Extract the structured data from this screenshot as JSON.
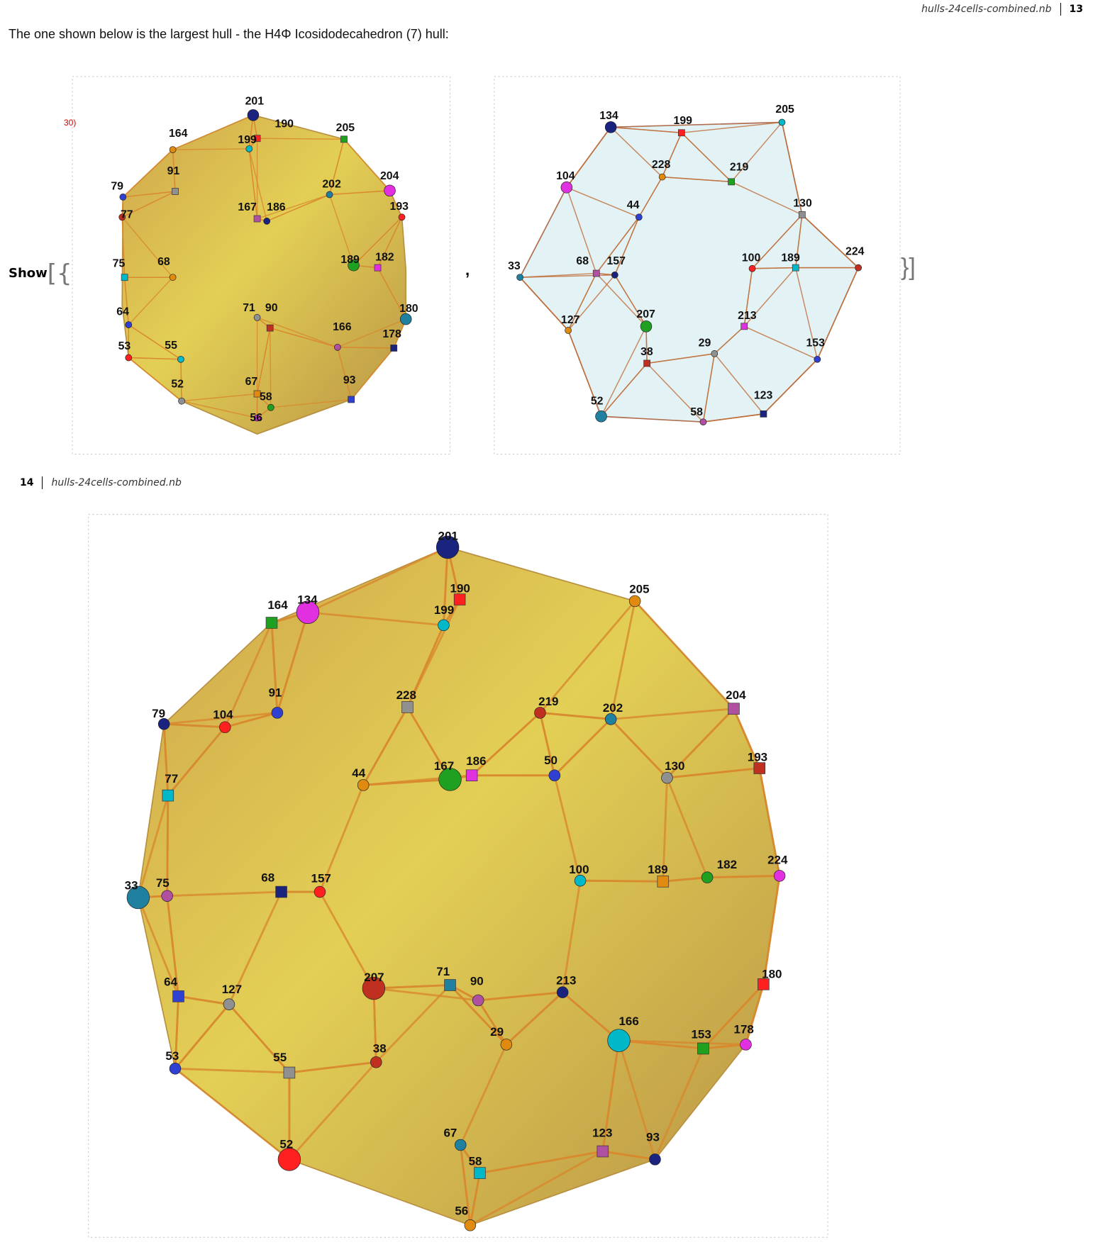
{
  "header": {
    "filename": "hulls-24cells-combined.nb",
    "page": "13"
  },
  "intro": "The one shown below is the largest hull - the H4Φ Icosidodecahedron (7) hull:",
  "show": {
    "label": "Show",
    "open": "[{",
    "comma": ",",
    "close": "}]",
    "annotation": "30)"
  },
  "footer": {
    "page": "14",
    "filename": "hulls-24cells-combined.nb"
  },
  "plots": {
    "top_left": {
      "vertices": [
        "201",
        "190",
        "199",
        "164",
        "205",
        "204",
        "79",
        "91",
        "77",
        "202",
        "167",
        "186",
        "193",
        "75",
        "68",
        "189",
        "182",
        "64",
        "71",
        "90",
        "180",
        "166",
        "178",
        "53",
        "55",
        "67",
        "58",
        "56",
        "93",
        "52"
      ]
    },
    "top_right": {
      "vertices": [
        "134",
        "199",
        "205",
        "228",
        "219",
        "104",
        "44",
        "130",
        "224",
        "33",
        "68",
        "157",
        "100",
        "189",
        "127",
        "207",
        "213",
        "153",
        "29",
        "38",
        "52",
        "58",
        "123"
      ]
    },
    "main": {
      "vertices": [
        "201",
        "190",
        "199",
        "205",
        "164",
        "134",
        "91",
        "228",
        "219",
        "202",
        "204",
        "79",
        "104",
        "77",
        "44",
        "167",
        "186",
        "50",
        "130",
        "193",
        "33",
        "75",
        "68",
        "157",
        "100",
        "189",
        "182",
        "224",
        "64",
        "127",
        "207",
        "71",
        "90",
        "213",
        "180",
        "166",
        "29",
        "153",
        "178",
        "53",
        "55",
        "38",
        "67",
        "123",
        "93",
        "52",
        "58",
        "56"
      ]
    }
  },
  "colors": {
    "hull_fill": "#e3cf55",
    "hull_shade": "#c9a44a",
    "edge": "#d9892e",
    "background": "#ffffff"
  }
}
